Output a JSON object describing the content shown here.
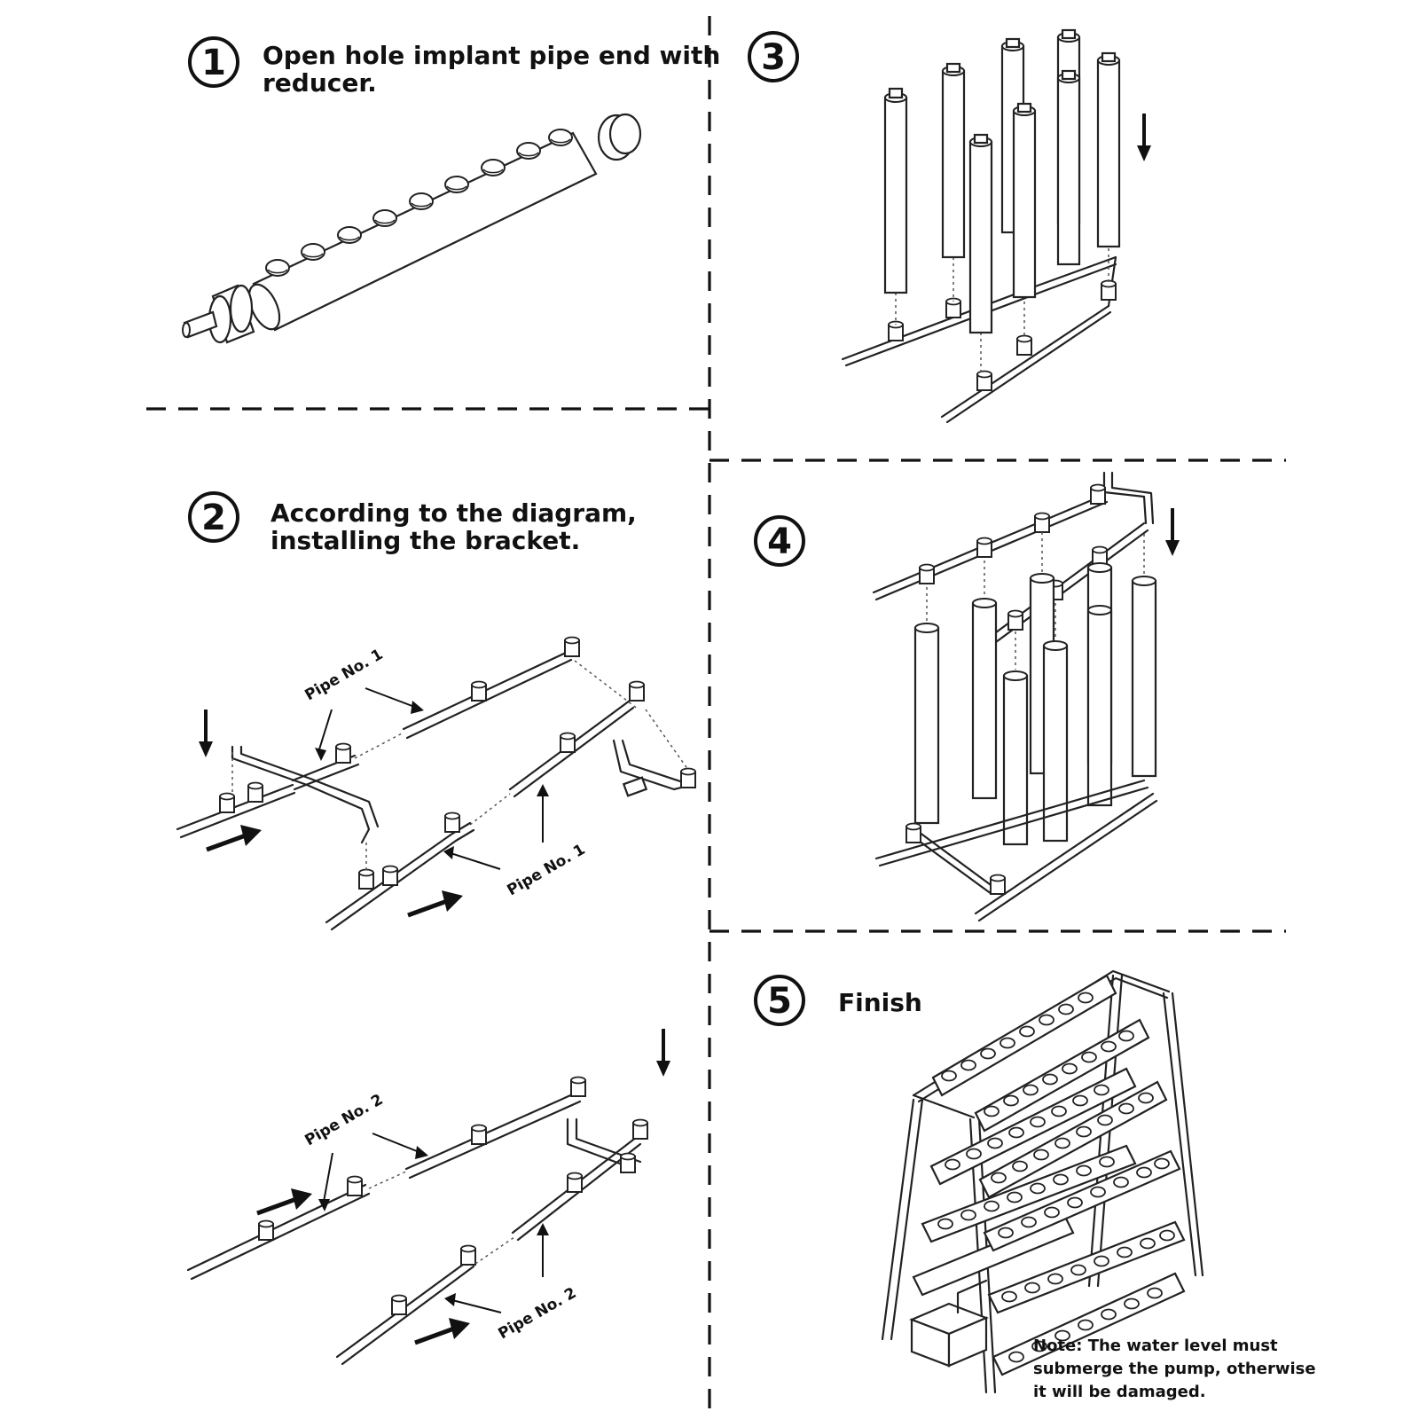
{
  "steps": [
    {
      "number": "1",
      "text_line1": "Open hole implant pipe end with",
      "text_line2": "reducer."
    },
    {
      "number": "2",
      "text_line1": "According to the diagram,",
      "text_line2": "installing the bracket."
    },
    {
      "number": "3"
    },
    {
      "number": "4"
    },
    {
      "number": "5",
      "text_line1": "Finish"
    }
  ],
  "pipe_labels": {
    "pipe_no_1": "Pipe No. 1",
    "pipe_no_2": "Pipe No. 2"
  },
  "note": {
    "line1": "Note: The water level must",
    "line2": "submerge the pump, otherwise",
    "line3": "it will be damaged."
  }
}
